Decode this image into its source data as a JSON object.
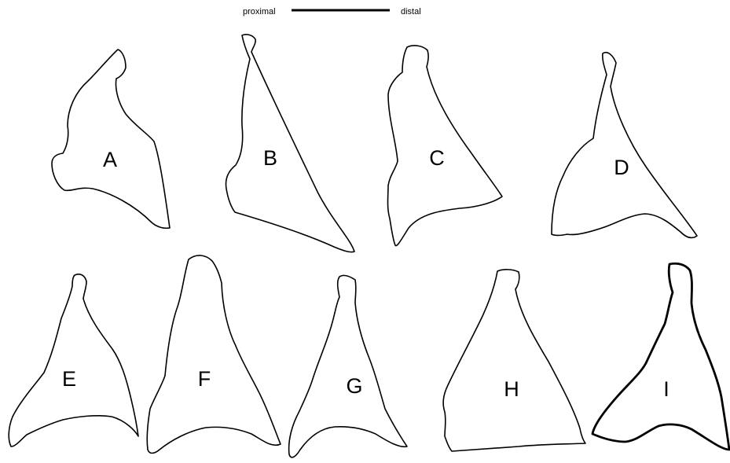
{
  "scale_bar": {
    "left_label": "proximal",
    "right_label": "distal"
  },
  "specimens": [
    {
      "id": "a",
      "label": "A"
    },
    {
      "id": "b",
      "label": "B"
    },
    {
      "id": "c",
      "label": "C"
    },
    {
      "id": "d",
      "label": "D"
    },
    {
      "id": "e",
      "label": "E"
    },
    {
      "id": "f",
      "label": "F"
    },
    {
      "id": "g",
      "label": "G"
    },
    {
      "id": "h",
      "label": "H"
    },
    {
      "id": "i",
      "label": "I"
    }
  ]
}
